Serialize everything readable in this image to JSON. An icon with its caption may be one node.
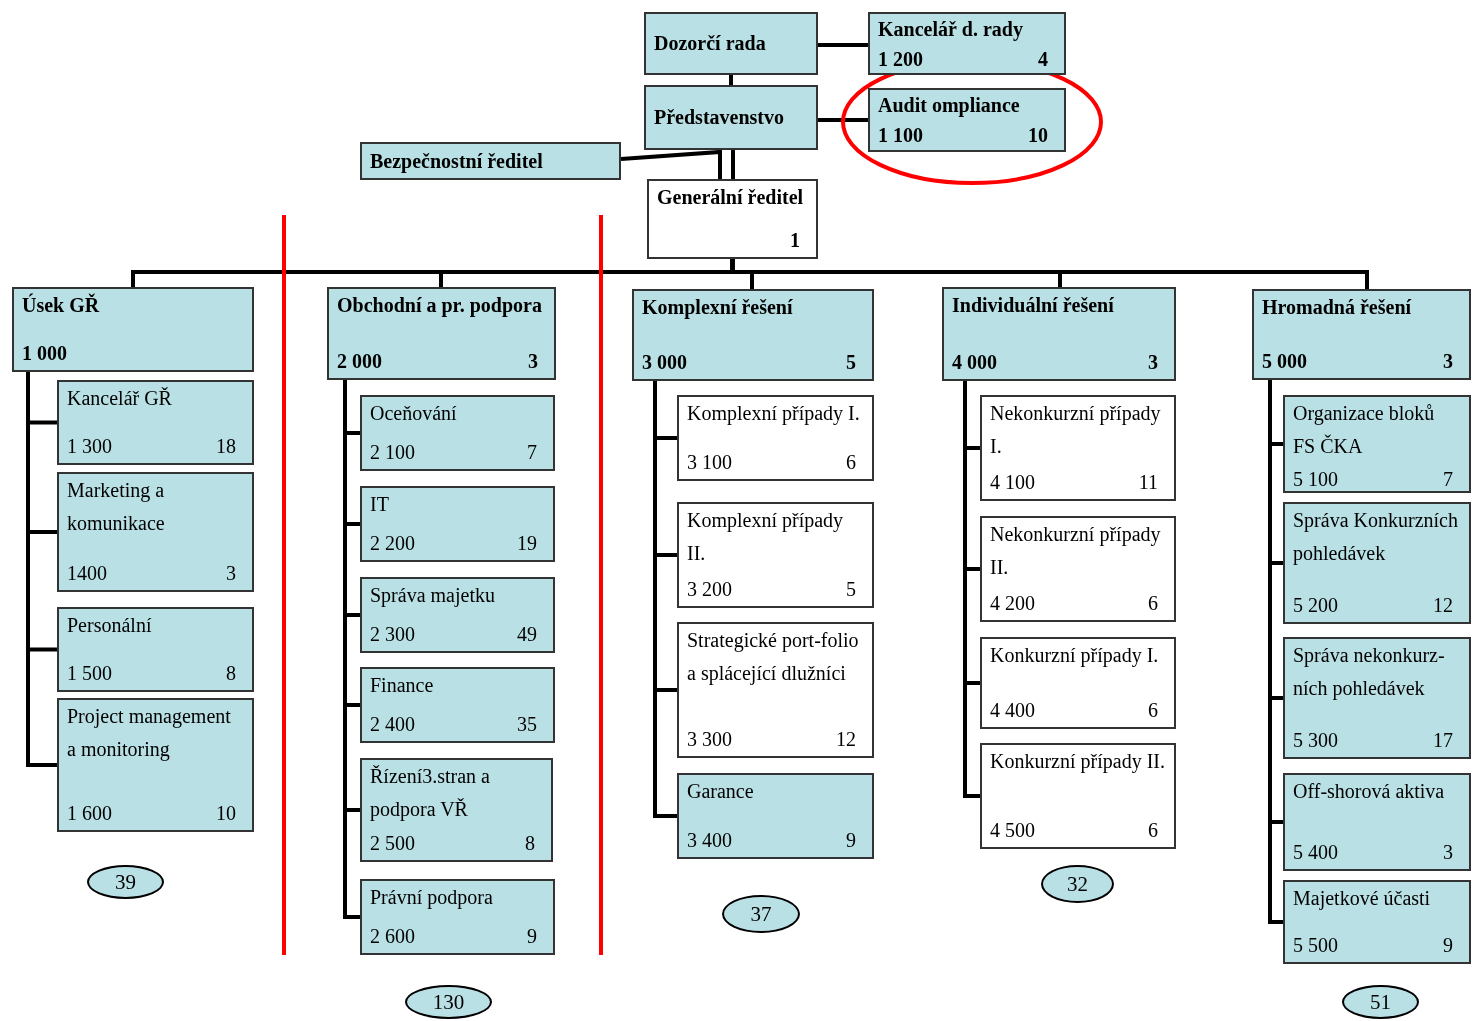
{
  "diagram": {
    "nodes": [
      {
        "text": [
          "Dozorčí rada"
        ]
      },
      {
        "text": [
          "Kancelář d. rady",
          "1 200",
          "4"
        ]
      },
      {
        "text": [
          "Představenstvo"
        ]
      },
      {
        "text": [
          "Audit ompliance",
          "1 100",
          "10"
        ]
      },
      {
        "text": [
          "Bezpečnostní ředitel"
        ]
      },
      {
        "text": [
          "Generální ředitel",
          "1"
        ]
      },
      {
        "text": [
          "Úsek GŘ",
          "1 000"
        ]
      },
      {
        "text": [
          "Kancelář GŘ",
          "1 300",
          "18"
        ]
      },
      {
        "text": [
          "Marketing a komunikace",
          "1400",
          "3"
        ]
      },
      {
        "text": [
          "Personální",
          "1 500",
          "8"
        ]
      },
      {
        "text": [
          "Project management a monitoring",
          "1 600",
          "10"
        ]
      },
      {
        "text": [
          "Obchodní a pr. podpora",
          "2 000",
          "3"
        ]
      },
      {
        "text": [
          "Oceňování",
          "2 100",
          "7"
        ]
      },
      {
        "text": [
          "IT",
          "2 200",
          "19"
        ]
      },
      {
        "text": [
          "Správa majetku",
          "2 300",
          "49"
        ]
      },
      {
        "text": [
          "Finance",
          "2 400",
          "35"
        ]
      },
      {
        "text": [
          "Řízení3.stran a podpora VŘ",
          "2 500",
          "8"
        ]
      },
      {
        "text": [
          "Právní podpora",
          "2 600",
          "9"
        ]
      },
      {
        "text": [
          "Komplexní řešení",
          "3 000",
          "5"
        ]
      },
      {
        "text": [
          "Komplexní případy I.",
          "3 100",
          "6"
        ]
      },
      {
        "text": [
          "Komplexní případy II.",
          "3 200",
          "5"
        ]
      },
      {
        "text": [
          "Strategické port-folio a splácející dlužníci",
          "3 300",
          "12"
        ]
      },
      {
        "text": [
          "Garance",
          "3 400",
          "9"
        ]
      },
      {
        "text": [
          "Individuální řešení",
          "4 000",
          "3"
        ]
      },
      {
        "text": [
          "Nekonkurzní případy I.",
          "4 100",
          "11"
        ]
      },
      {
        "text": [
          "Nekonkurzní případy II.",
          "4 200",
          "6"
        ]
      },
      {
        "text": [
          "Konkurzní případy I.",
          "4 400",
          "6"
        ]
      },
      {
        "text": [
          "Konkurzní případy II.",
          "4 500",
          "6"
        ]
      },
      {
        "text": [
          "Hromadná řešení",
          "5 000",
          "3"
        ]
      },
      {
        "text": [
          "Organizace bloků FS ČKA",
          "5 100",
          "7"
        ]
      },
      {
        "text": [
          "Správa Konkurzních pohledávek",
          "5 200",
          "12"
        ]
      },
      {
        "text": [
          "Správa nekonkurz-ních pohledávek",
          "5 300",
          "17"
        ]
      },
      {
        "text": [
          "Off-shorová aktiva",
          "5 400",
          "3"
        ]
      },
      {
        "text": [
          "Majetkové účasti",
          "5 500",
          "9"
        ]
      },
      {
        "text": [
          "39"
        ]
      },
      {
        "text": [
          "130"
        ]
      },
      {
        "text": [
          "37"
        ]
      },
      {
        "text": [
          "32"
        ]
      },
      {
        "text": [
          "51"
        ]
      }
    ],
    "edges": [
      {
        "from": 0,
        "to": 1,
        "arrow": "none"
      },
      {
        "from": 0,
        "to": 2,
        "arrow": "none"
      },
      {
        "from": 2,
        "to": 3,
        "arrow": "none"
      },
      {
        "from": 2,
        "to": 5,
        "arrow": "none"
      },
      {
        "from": 4,
        "to": 5,
        "arrow": "none"
      },
      {
        "from": 5,
        "to": 6,
        "arrow": "none"
      },
      {
        "from": 5,
        "to": 11,
        "arrow": "none"
      },
      {
        "from": 5,
        "to": 18,
        "arrow": "none"
      },
      {
        "from": 5,
        "to": 23,
        "arrow": "none"
      },
      {
        "from": 5,
        "to": 28,
        "arrow": "none"
      },
      {
        "from": 6,
        "to": 7,
        "arrow": "none"
      },
      {
        "from": 6,
        "to": 8,
        "arrow": "none"
      },
      {
        "from": 6,
        "to": 9,
        "arrow": "none"
      },
      {
        "from": 6,
        "to": 10,
        "arrow": "none"
      },
      {
        "from": 11,
        "to": 12,
        "arrow": "none"
      },
      {
        "from": 11,
        "to": 13,
        "arrow": "none"
      },
      {
        "from": 11,
        "to": 14,
        "arrow": "none"
      },
      {
        "from": 11,
        "to": 15,
        "arrow": "none"
      },
      {
        "from": 11,
        "to": 16,
        "arrow": "none"
      },
      {
        "from": 11,
        "to": 17,
        "arrow": "none"
      },
      {
        "from": 18,
        "to": 19,
        "arrow": "none"
      },
      {
        "from": 18,
        "to": 20,
        "arrow": "none"
      },
      {
        "from": 18,
        "to": 21,
        "arrow": "none"
      },
      {
        "from": 18,
        "to": 22,
        "arrow": "none"
      },
      {
        "from": 23,
        "to": 24,
        "arrow": "none"
      },
      {
        "from": 23,
        "to": 25,
        "arrow": "none"
      },
      {
        "from": 23,
        "to": 26,
        "arrow": "none"
      },
      {
        "from": 23,
        "to": 27,
        "arrow": "none"
      },
      {
        "from": 28,
        "to": 29,
        "arrow": "none"
      },
      {
        "from": 28,
        "to": 30,
        "arrow": "none"
      },
      {
        "from": 28,
        "to": 31,
        "arrow": "none"
      },
      {
        "from": 28,
        "to": 32,
        "arrow": "none"
      },
      {
        "from": 28,
        "to": 33,
        "arrow": "none"
      }
    ]
  }
}
